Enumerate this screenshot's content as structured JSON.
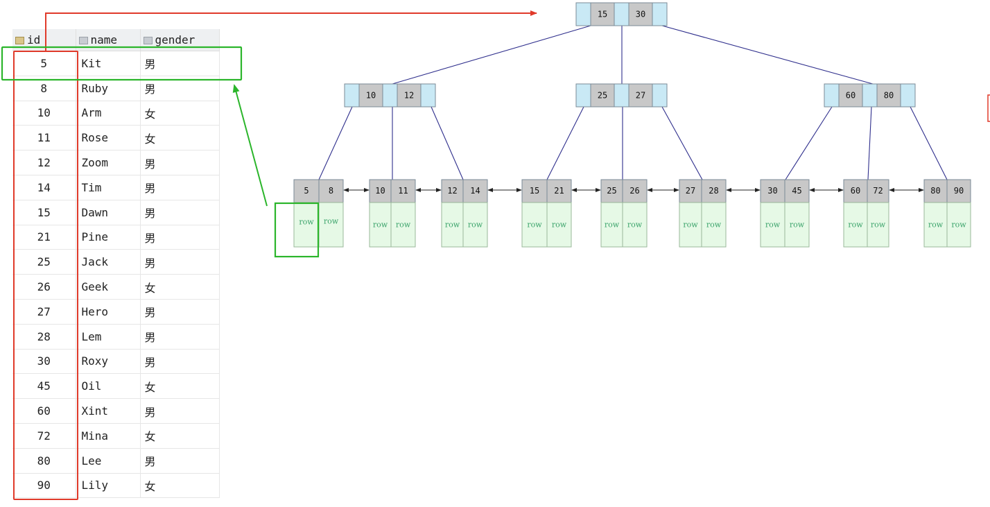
{
  "table": {
    "headers": [
      "id",
      "name",
      "gender"
    ],
    "rows": [
      {
        "id": "5",
        "name": "Kit",
        "gender": "男"
      },
      {
        "id": "8",
        "name": "Ruby",
        "gender": "男"
      },
      {
        "id": "10",
        "name": "Arm",
        "gender": "女"
      },
      {
        "id": "11",
        "name": "Rose",
        "gender": "女"
      },
      {
        "id": "12",
        "name": "Zoom",
        "gender": "男"
      },
      {
        "id": "14",
        "name": "Tim",
        "gender": "男"
      },
      {
        "id": "15",
        "name": "Dawn",
        "gender": "男"
      },
      {
        "id": "21",
        "name": "Pine",
        "gender": "男"
      },
      {
        "id": "25",
        "name": "Jack",
        "gender": "男"
      },
      {
        "id": "26",
        "name": "Geek",
        "gender": "女"
      },
      {
        "id": "27",
        "name": "Hero",
        "gender": "男"
      },
      {
        "id": "28",
        "name": "Lem",
        "gender": "男"
      },
      {
        "id": "30",
        "name": "Roxy",
        "gender": "男"
      },
      {
        "id": "45",
        "name": "Oil",
        "gender": "女"
      },
      {
        "id": "60",
        "name": "Xint",
        "gender": "男"
      },
      {
        "id": "72",
        "name": "Mina",
        "gender": "女"
      },
      {
        "id": "80",
        "name": "Lee",
        "gender": "男"
      },
      {
        "id": "90",
        "name": "Lily",
        "gender": "女"
      }
    ]
  },
  "tree": {
    "root": {
      "keys": [
        "15",
        "30"
      ]
    },
    "internal": [
      {
        "keys": [
          "10",
          "12"
        ]
      },
      {
        "keys": [
          "25",
          "27"
        ]
      },
      {
        "keys": [
          "60",
          "80"
        ]
      }
    ],
    "leaves": [
      {
        "keys": [
          "5",
          "8"
        ]
      },
      {
        "keys": [
          "10",
          "11"
        ]
      },
      {
        "keys": [
          "12",
          "14"
        ]
      },
      {
        "keys": [
          "15",
          "21"
        ]
      },
      {
        "keys": [
          "25",
          "26"
        ]
      },
      {
        "keys": [
          "27",
          "28"
        ]
      },
      {
        "keys": [
          "30",
          "45"
        ]
      },
      {
        "keys": [
          "60",
          "72"
        ]
      },
      {
        "keys": [
          "80",
          "90"
        ]
      }
    ],
    "row_label": "row"
  },
  "colors": {
    "key_cell": "#c8c8c8",
    "pointer_cell": "#c9e9f5",
    "row_cell": "#e6f9e6",
    "row_text": "#3aa36a",
    "edge": "#2e2e8c",
    "highlight_red": "#e03a2a",
    "highlight_green": "#2bb52b"
  }
}
